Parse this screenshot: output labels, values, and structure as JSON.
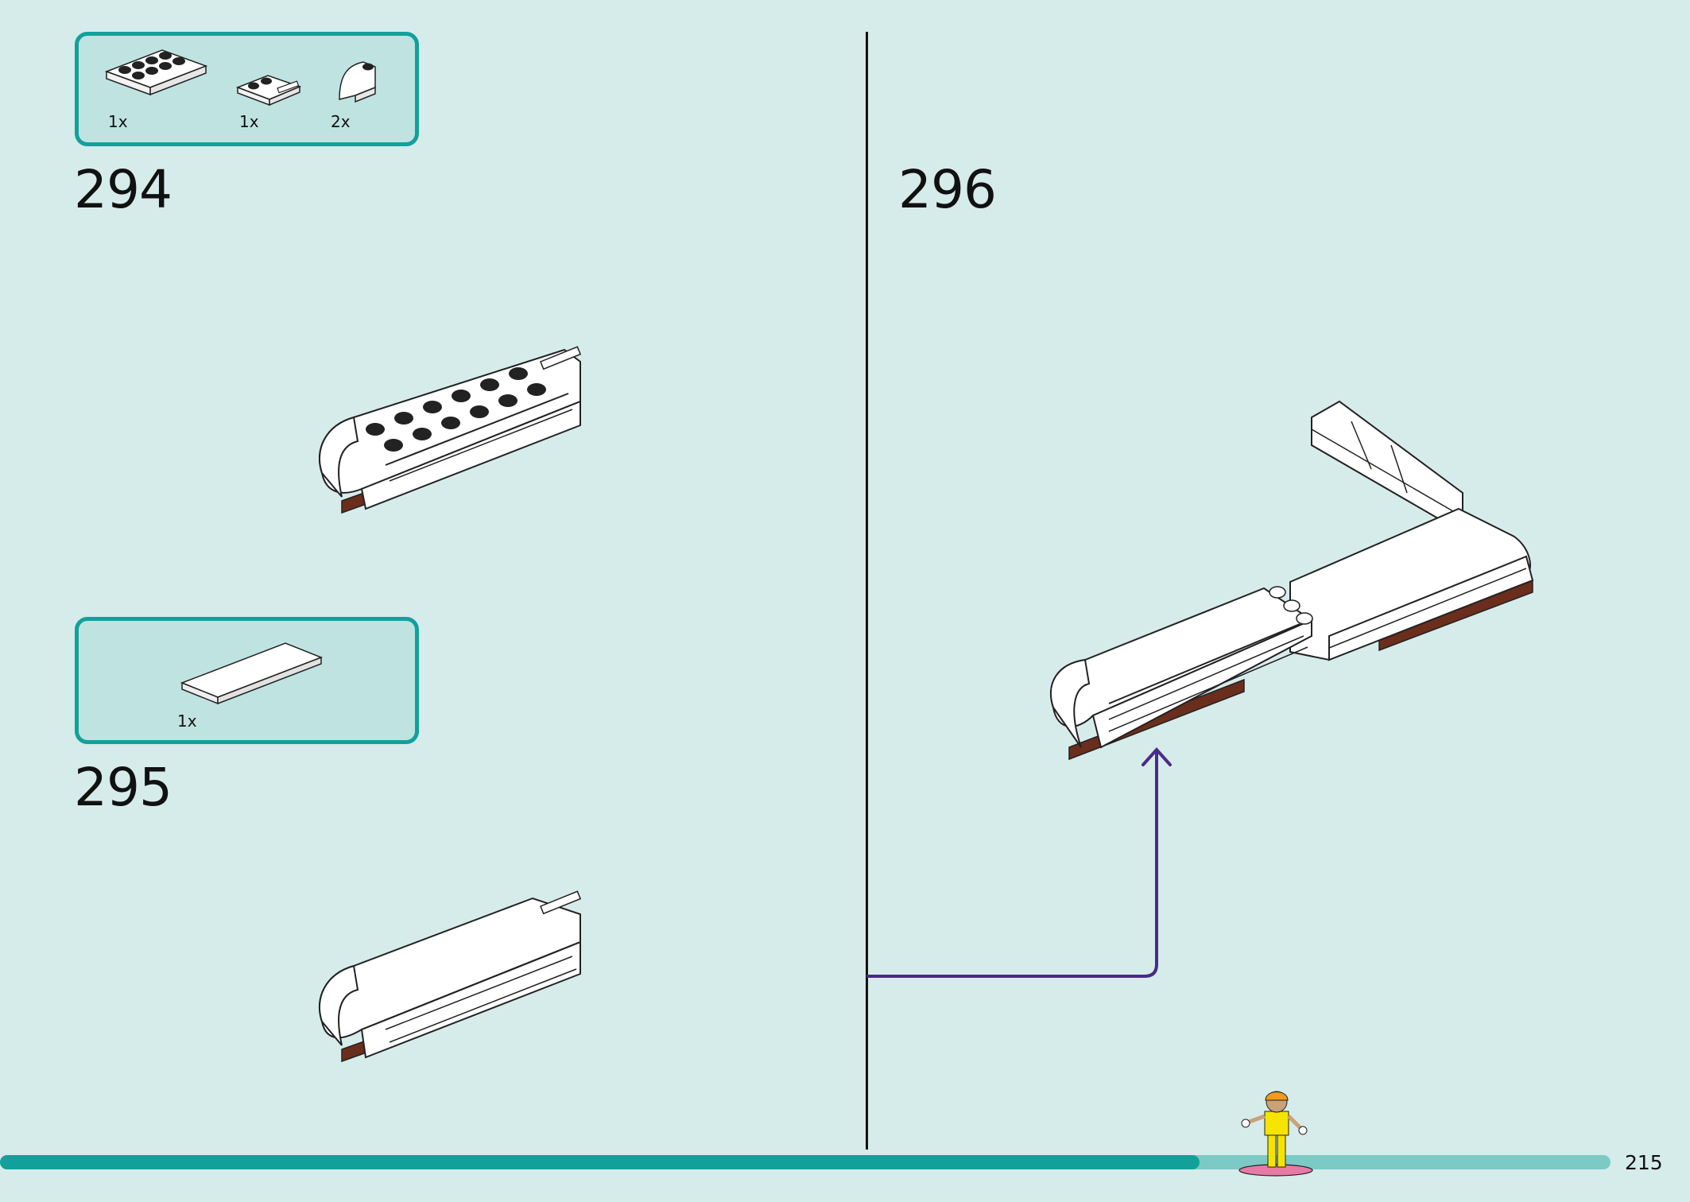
{
  "page": {
    "number": "215",
    "progress_fraction": 0.745
  },
  "steps": [
    {
      "number": "294",
      "parts": [
        {
          "qty": "1x",
          "icon": "plate-2x4-icon"
        },
        {
          "qty": "1x",
          "icon": "plate-with-bar-icon"
        },
        {
          "qty": "2x",
          "icon": "curved-slope-icon"
        }
      ]
    },
    {
      "number": "295",
      "parts": [
        {
          "qty": "1x",
          "icon": "tile-flat-icon"
        }
      ]
    },
    {
      "number": "296",
      "parts": []
    }
  ],
  "colors": {
    "background": "#d6ecea",
    "accent": "#12a19a",
    "parts_box_fill": "#bfe3e1",
    "arrow": "#4a2a8a",
    "brick_white": "#ffffff",
    "brick_brown": "#6b2e1c"
  }
}
